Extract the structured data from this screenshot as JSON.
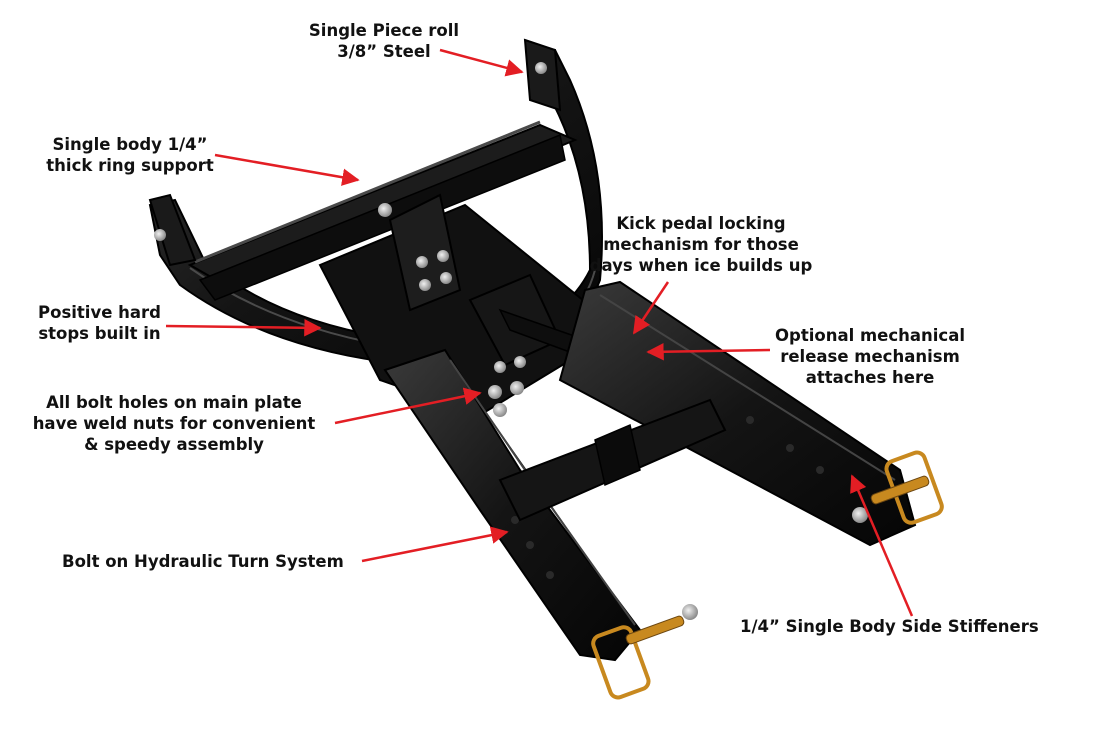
{
  "annotations": {
    "single_piece_roll": "Single Piece roll\n3/8” Steel",
    "ring_support": "Single body 1/4”\nthick ring support",
    "kick_pedal": "Kick pedal locking\nmechanism for those\ndays when ice builds up",
    "hard_stops": "Positive hard\nstops built in",
    "mechanical_release": "Optional mechanical\nrelease mechanism\nattaches here",
    "weld_nuts": "All bolt holes on main plate\nhave weld nuts for convenient\n& speedy assembly",
    "hydraulic_turn": "Bolt on Hydraulic Turn System",
    "side_stiffeners": "1/4” Single Body Side Stiffeners"
  },
  "colors": {
    "arrow": "#e31e24",
    "steel": "#141414",
    "steel_highlight": "#3a3a3a",
    "bolt": "#b8b8b8",
    "pin": "#c8891f",
    "text": "#111111"
  }
}
